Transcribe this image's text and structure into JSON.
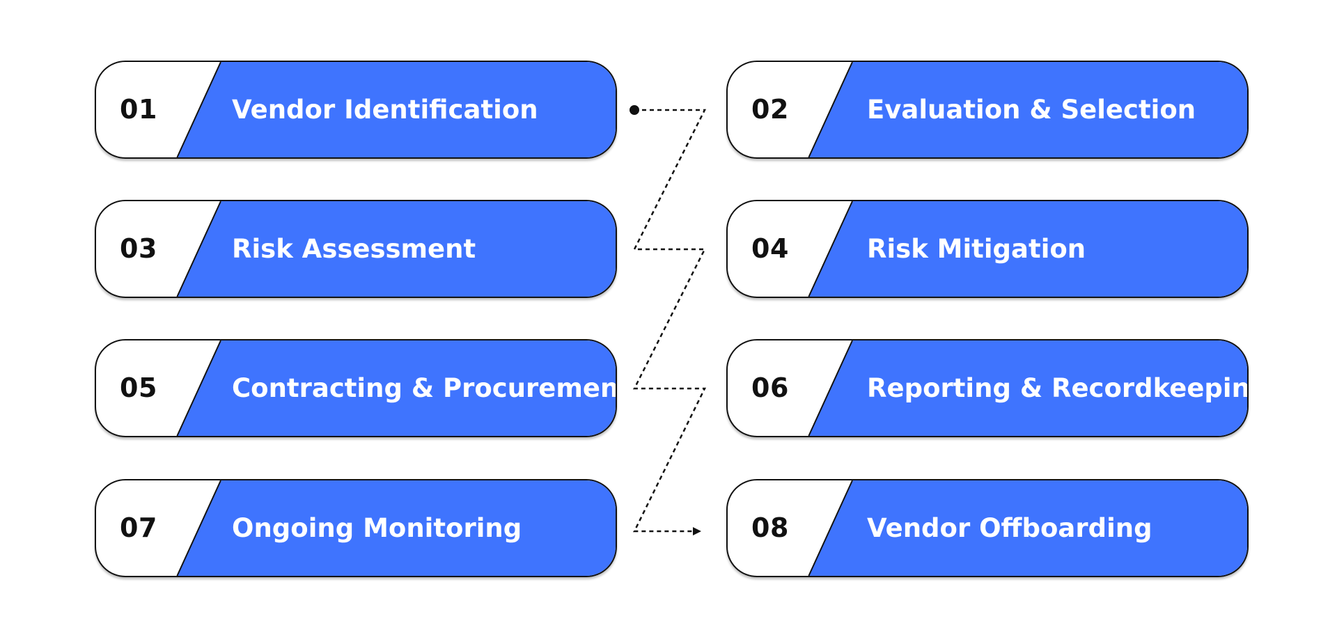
{
  "colors": {
    "accent": "#3f74fe",
    "outline": "#111111",
    "number_bg": "#ffffff",
    "label_text": "#ffffff"
  },
  "steps": [
    {
      "number": "01",
      "label": "Vendor Identification"
    },
    {
      "number": "02",
      "label": "Evaluation & Selection"
    },
    {
      "number": "03",
      "label": "Risk Assessment"
    },
    {
      "number": "04",
      "label": "Risk Mitigation"
    },
    {
      "number": "05",
      "label": "Contracting & Procurement"
    },
    {
      "number": "06",
      "label": "Reporting & Recordkeeping"
    },
    {
      "number": "07",
      "label": "Ongoing Monitoring"
    },
    {
      "number": "08",
      "label": "Vendor Offboarding"
    }
  ]
}
